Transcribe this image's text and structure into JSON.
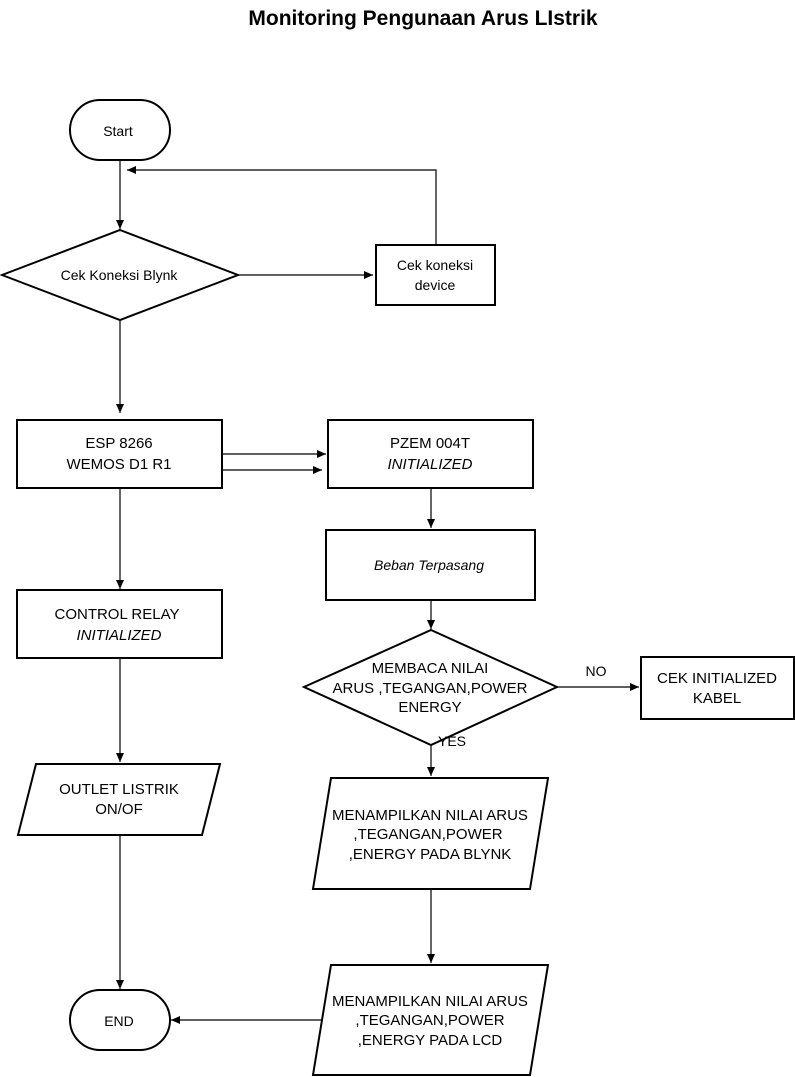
{
  "title": "Monitoring Pengunaan Arus LIstrik",
  "nodes": {
    "start": {
      "text": "Start"
    },
    "cek_blynk": {
      "text": "Cek Koneksi Blynk"
    },
    "cek_device": {
      "line1": "Cek koneksi",
      "line2": "device"
    },
    "esp": {
      "line1": "ESP 8266",
      "line2": "WEMOS D1 R1"
    },
    "pzem": {
      "line1": "PZEM 004T",
      "line2": "INITIALIZED"
    },
    "beban": {
      "text": "Beban Terpasang"
    },
    "control_relay": {
      "line1": "CONTROL RELAY",
      "line2": "INITIALIZED"
    },
    "membaca": {
      "line1": "MEMBACA NILAI",
      "line2": "ARUS ,TEGANGAN,POWER",
      "line3": "ENERGY"
    },
    "cek_kabel": {
      "line1": "CEK INITIALIZED",
      "line2": "KABEL"
    },
    "outlet": {
      "line1": "OUTLET LISTRIK",
      "line2": "ON/OF"
    },
    "tampil_blynk": {
      "line1": "MENAMPILKAN NILAI ARUS",
      "line2": ",TEGANGAN,POWER",
      "line3": ",ENERGY PADA BLYNK"
    },
    "tampil_lcd": {
      "line1": "MENAMPILKAN NILAI ARUS",
      "line2": ",TEGANGAN,POWER",
      "line3": ",ENERGY PADA LCD"
    },
    "end": {
      "text": "END"
    }
  },
  "edge_labels": {
    "no": "NO",
    "yes": "YES"
  }
}
